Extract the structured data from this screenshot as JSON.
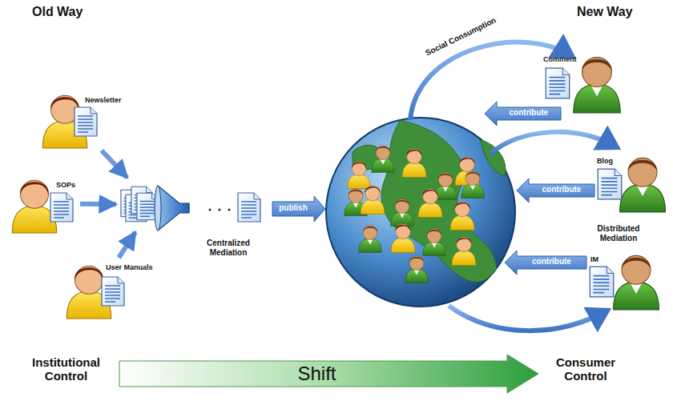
{
  "diagram": {
    "nodes": [
      {
        "text": [
          "Newsletter"
        ]
      },
      {
        "text": [
          "SOPs"
        ]
      },
      {
        "text": [
          "User Manuals"
        ]
      },
      {
        "text": [
          "Centralized Mediation"
        ]
      },
      {
        "text": [
          "Comment"
        ]
      },
      {
        "text": [
          "Blog"
        ]
      },
      {
        "text": [
          "IM"
        ]
      },
      {
        "text": [
          "Shift"
        ]
      }
    ],
    "edges": [
      {
        "from": 0,
        "to": 3,
        "arrow": "to"
      },
      {
        "from": 1,
        "to": 3,
        "arrow": "to"
      },
      {
        "from": 2,
        "to": 3,
        "arrow": "to"
      }
    ],
    "labels": [
      "Old Way",
      "New Way",
      "publish",
      "Social Consumption",
      "contribute",
      "contribute",
      "contribute",
      "Distributed Mediation",
      "Institutional Control",
      "Consumer Control"
    ]
  }
}
